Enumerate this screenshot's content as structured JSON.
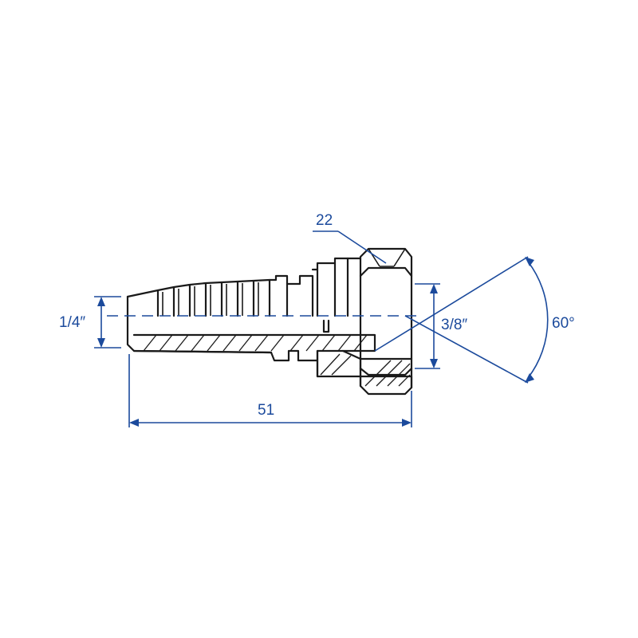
{
  "labels": {
    "hex_size": "22",
    "hose_size": "1/4″",
    "thread_size": "3/8″",
    "overall_length": "51",
    "seat_angle": "60°"
  },
  "colors": {
    "dimension": "#1b4a9c",
    "part_outline": "#1a1a1a",
    "background": "#ffffff"
  }
}
